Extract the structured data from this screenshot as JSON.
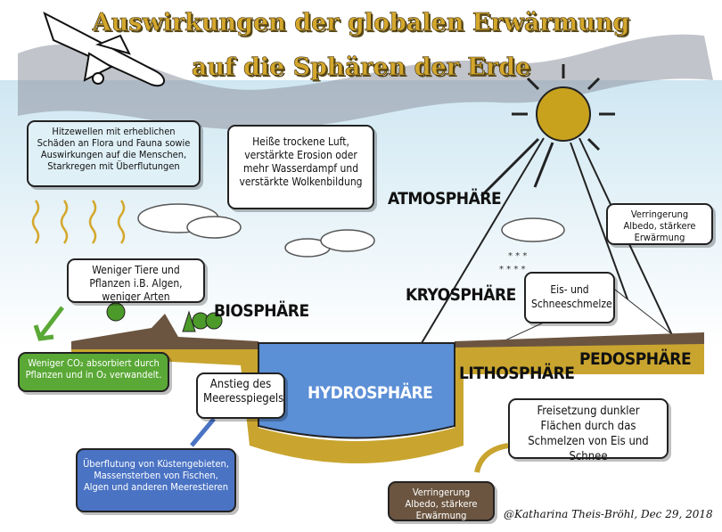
{
  "title": {
    "line1": "Auswirkungen der globalen Erwärmung",
    "line2": "auf die Sphären der Erde"
  },
  "spheres": {
    "atmosphere": "ATMOSPHÄRE",
    "biosphere": "BIOSPHÄRE",
    "cryosphere": "KRYOSPHÄRE",
    "hydrosphere": "HYDROSPHÄRE",
    "lithosphere": "LITHOSPHÄRE",
    "pedosphere": "PEDOSPHÄRE"
  },
  "boxes": {
    "heatwaves": "Hitzewellen mit erheblichen Schäden an Flora und Fauna sowie Auswirkungen auf die Menschen, Starkregen mit Überflutungen",
    "hot_air": "Heiße trockene Luft, verstärkte Erosion oder mehr Wasserdampf und verstärkte Wolkenbildung",
    "albedo_top": "Verringerung Albedo, stärkere Erwärmung",
    "fewer_species": "Weniger Tiere und Pflanzen i.B. Algen, weniger Arten",
    "ice_melt": "Eis- und Schneeschmelze",
    "co2": "Weniger CO₂ absorbiert durch Pflanzen und in O₂ verwandelt.",
    "sea_level": "Anstieg des Meeresspiegels",
    "flooding": "Überflutung von Küstengebieten, Massensterben von Fischen, Algen und anderen Meerestieren",
    "dark_surfaces": "Freisetzung dunkler Flächen durch das Schmelzen von Eis und Schnee",
    "albedo_bottom": "Verringerung Albedo, stärkere Erwärmung"
  },
  "signature": "@Katharina Theis-Bröhl, Dec 29, 2018",
  "colors": {
    "gold": "#d4a72c",
    "water": "#5b8fd6",
    "green": "#5aa836",
    "blue": "#4a73c4",
    "brown": "#6b5540",
    "sky": "#dff0f7"
  }
}
